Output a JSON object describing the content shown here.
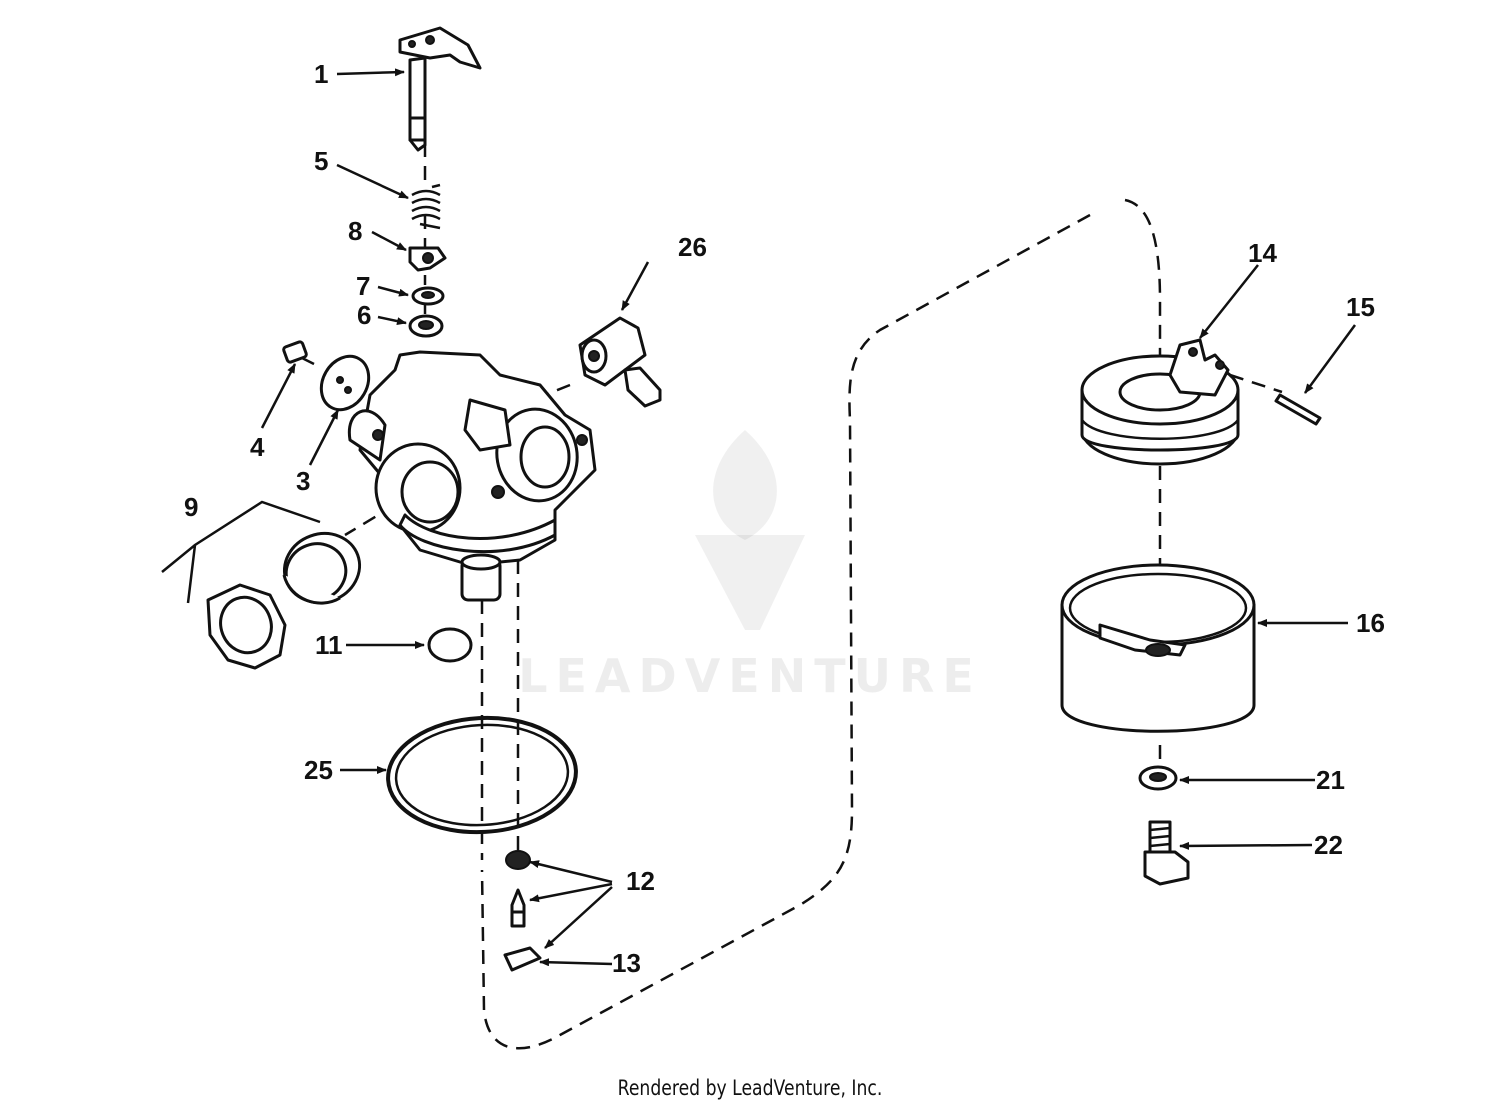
{
  "callouts": {
    "c1": "1",
    "c3": "3",
    "c4": "4",
    "c5": "5",
    "c6": "6",
    "c7": "7",
    "c8": "8",
    "c9": "9",
    "c11": "11",
    "c12": "12",
    "c13": "13",
    "c14": "14",
    "c15": "15",
    "c16": "16",
    "c21": "21",
    "c22": "22",
    "c25": "25",
    "c26": "26"
  },
  "watermark": {
    "text": "LEADVENTURE"
  },
  "footer": {
    "credit": "Rendered by LeadVenture, Inc."
  }
}
